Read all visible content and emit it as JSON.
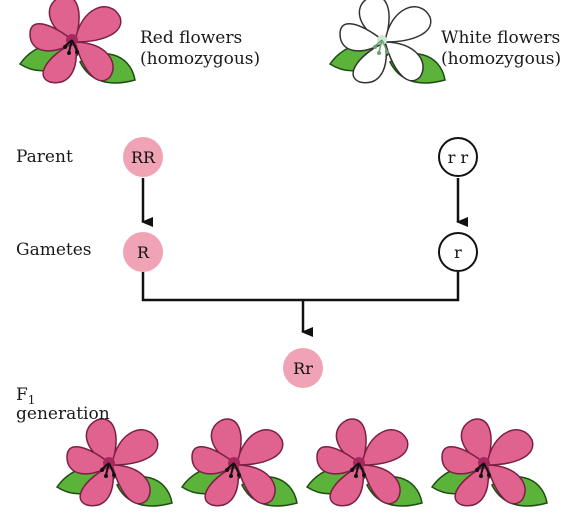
{
  "top_labels": {
    "red_line1": "Red flowers",
    "red_line2": "(homozygous)",
    "white_line1": "White flowers",
    "white_line2": "(homozygous)"
  },
  "row_labels": {
    "parent": "Parent",
    "gametes": "Gametes",
    "f1_letter": "F",
    "f1_sub": "1",
    "f1_generation": "generation"
  },
  "alleles": {
    "parent_left": "RR",
    "parent_right": "r r",
    "gamete_left": "R",
    "gamete_right": "r",
    "offspring": "Rr"
  },
  "colors": {
    "pink_allele": "#f0a3b4",
    "petal_pink": "#e0628f",
    "leaf_green": "#5bb33a"
  }
}
